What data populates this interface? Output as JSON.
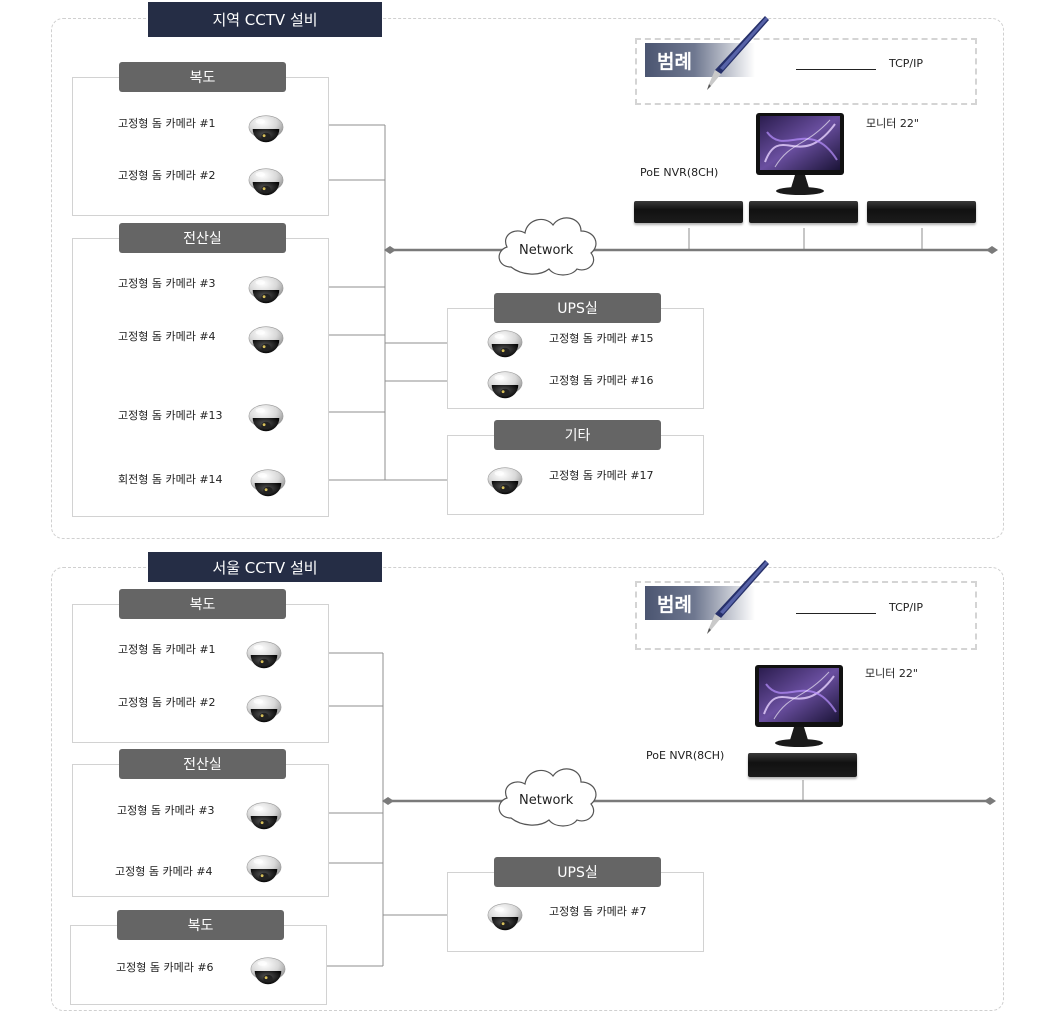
{
  "colors": {
    "title_bg": "#252d45",
    "group_label_bg": "#656565",
    "line": "#8f8f8f"
  },
  "regional": {
    "title": "지역 CCTV 설비",
    "legend": {
      "title": "범례",
      "line_label": "TCP/IP"
    },
    "monitor_label": "모니터 22\"",
    "nvr_label": "PoE NVR(8CH)",
    "network_label": "Network",
    "groups": {
      "corridor": {
        "label": "복도",
        "cams": [
          "고정형 돔 카메라 #1",
          "고정형 돔 카메라 #2"
        ]
      },
      "server": {
        "label": "전산실",
        "cams": [
          "고정형 돔 카메라 #3",
          "고정형 돔 카메라 #4",
          "고정형 돔 카메라 #13",
          "회전형 돔 카메라 #14"
        ]
      },
      "ups": {
        "label": "UPS실",
        "cams": [
          "고정형 돔 카메라 #15",
          "고정형 돔 카메라 #16"
        ]
      },
      "etc": {
        "label": "기타",
        "cams": [
          "고정형 돔 카메라 #17"
        ]
      }
    }
  },
  "seoul": {
    "title": "서울 CCTV 설비",
    "legend": {
      "title": "범례",
      "line_label": "TCP/IP"
    },
    "monitor_label": "모니터 22\"",
    "nvr_label": "PoE NVR(8CH)",
    "network_label": "Network",
    "groups": {
      "corridor": {
        "label": "복도",
        "cams": [
          "고정형 돔 카메라 #1",
          "고정형 돔 카메라 #2"
        ]
      },
      "server": {
        "label": "전산실",
        "cams": [
          "고정형 돔 카메라 #3",
          "고정형 돔 카메라 #4"
        ]
      },
      "corridor2": {
        "label": "복도",
        "cams": [
          "고정형 돔 카메라 #6"
        ]
      },
      "ups": {
        "label": "UPS실",
        "cams": [
          "고정형 돔 카메라 #7"
        ]
      }
    }
  }
}
